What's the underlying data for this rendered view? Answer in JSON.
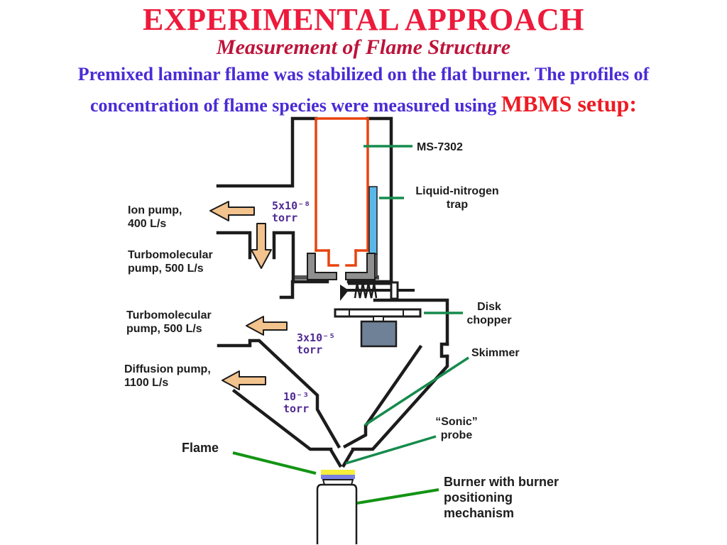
{
  "slide": {
    "title": "EXPERIMENTAL APPROACH",
    "subtitle": "Measurement of Flame Structure",
    "body_line1": "Premixed laminar flame was stabilized on the flat burner. The profiles of",
    "body_line2": "concentration of flame species were measured using ",
    "body_highlight": "MBMS setup:"
  },
  "diagram": {
    "labels": {
      "ms": "MS-7302",
      "ln_trap": "Liquid-nitrogen\ntrap",
      "ion_pump": "Ion pump,\n400 L/s",
      "turbo_pump_1": "Turbomolecular\npump, 500 L/s",
      "turbo_pump_2": "Turbomolecular\npump, 500 L/s",
      "diffusion_pump": "Diffusion pump,\n1100 L/s",
      "disk_chopper": "Disk\nchopper",
      "skimmer": "Skimmer",
      "sonic_probe": "“Sonic”\nprobe",
      "flame": "Flame",
      "burner": "Burner with burner\npositioning\nmechanism",
      "pressure_1": "5x10⁻⁸\ntorr",
      "pressure_2": "3x10⁻⁵\ntorr",
      "pressure_3": "10⁻³\ntorr"
    },
    "colors": {
      "title_red": "#ED1A3B",
      "subtitle_red": "#BD143A",
      "body_violet": "#4B2BD5",
      "highlight_red": "#ED1C24",
      "chamber_line": "#1C1C1C",
      "ms_orange": "#E8440E",
      "trap_blue": "#59B8E9",
      "bracket_gray": "#8F8F8F",
      "motor_slate": "#6E8196",
      "arrow_tan": "#F2C38D",
      "pointer_green": "#168B4D",
      "pointer_green_bright": "#149414",
      "pressure_purple": "#4F2A93",
      "flame_yellow": "#F5EE3A",
      "flame_blue": "#7B80E0"
    }
  }
}
